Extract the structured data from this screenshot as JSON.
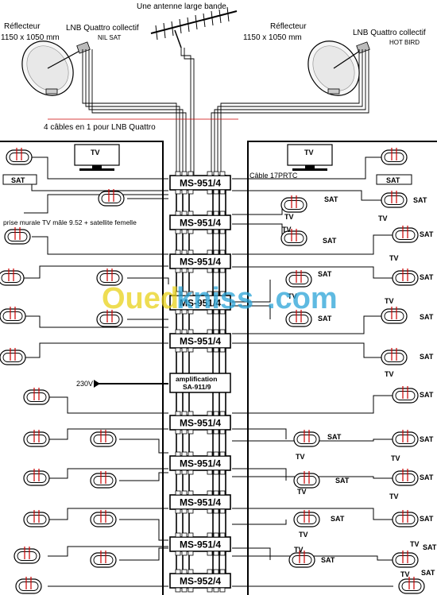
{
  "labels": {
    "antenna": "Une antenne large bande",
    "reflector_left": "Réflecteur",
    "size_left": "1150 x 1050 mm",
    "lnb_left": "LNB Quattro collectif",
    "sat_left": "NIL SAT",
    "reflector_right": "Réflecteur",
    "size_right": "1150 x 1050 mm",
    "lnb_right": "LNB Quattro collectif",
    "sat_right": "HOT BIRD",
    "cables": "4 câbles en 1 pour LNB Quattro",
    "cable_type": "Câble 17PRTC",
    "wall_socket": "prise murale TV mâle 9.52 + satellite femelle",
    "power": "230V",
    "amp_line1": "amplification",
    "amp_line2": "SA-911/9",
    "tv": "TV",
    "sat": "SAT"
  },
  "switches": [
    "MS-951/4",
    "MS-951/4",
    "MS-951/4",
    "MS-951/4",
    "MS-951/4",
    "MS-951/4",
    "MS-951/4",
    "MS-951/4",
    "MS-951/4",
    "MS-952/4"
  ],
  "watermark": {
    "part1": "Oued",
    "part2": "kniss",
    "part3": ".com"
  },
  "colors": {
    "line": "#000000",
    "socket": "#cc0000",
    "watermark_yellow": "#e9d21a",
    "watermark_blue": "#2aa4d8"
  }
}
